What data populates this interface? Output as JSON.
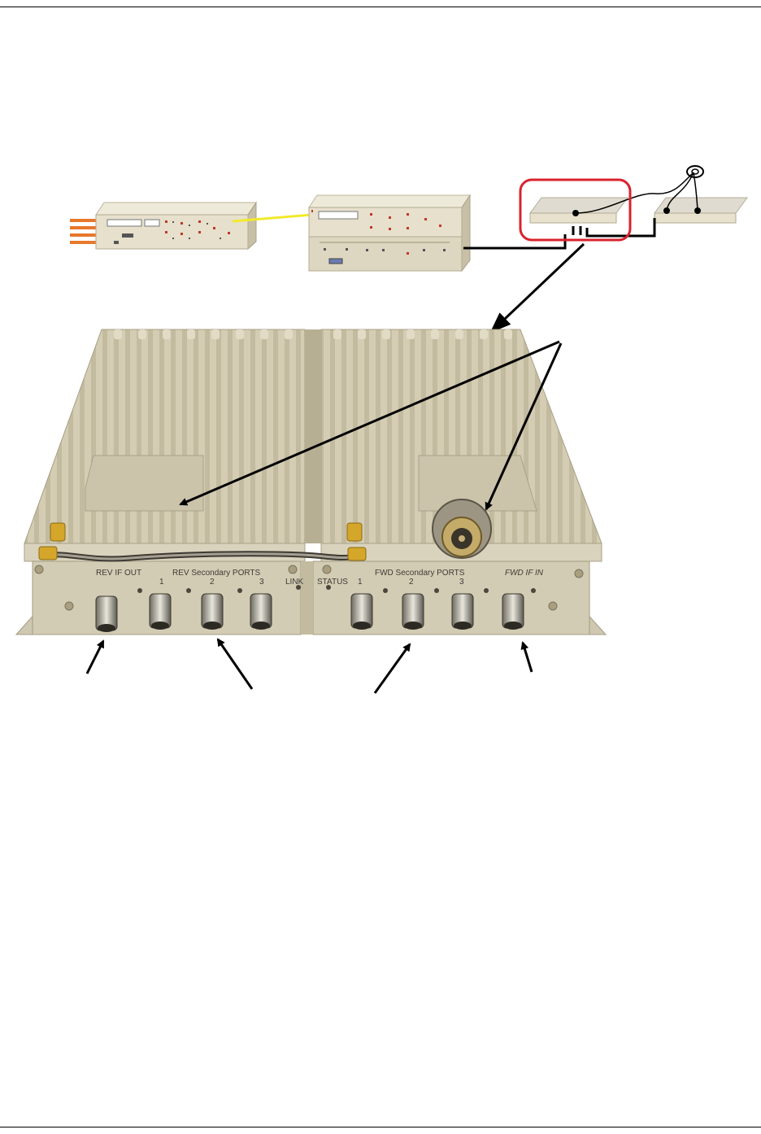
{
  "figure": {
    "labels": {
      "rev_if_out": "REV IF OUT",
      "rev_secondary_ports": "REV Secondary PORTS",
      "fwd_secondary_ports": "FWD Secondary PORTS",
      "fwd_if_in": "FWD IF IN",
      "link": "LINK",
      "status": "STATUS",
      "rev_port_1": "1",
      "rev_port_2": "2",
      "rev_port_3": "3",
      "fwd_port_1": "1",
      "fwd_port_2": "2",
      "fwd_port_3": "3"
    },
    "colors": {
      "unit_body": "#ddd7c2",
      "fiber_link": "#f2ea2a",
      "rf_cables": "#e8782c",
      "highlight": "#d9232d",
      "arrows": "#000000"
    }
  }
}
